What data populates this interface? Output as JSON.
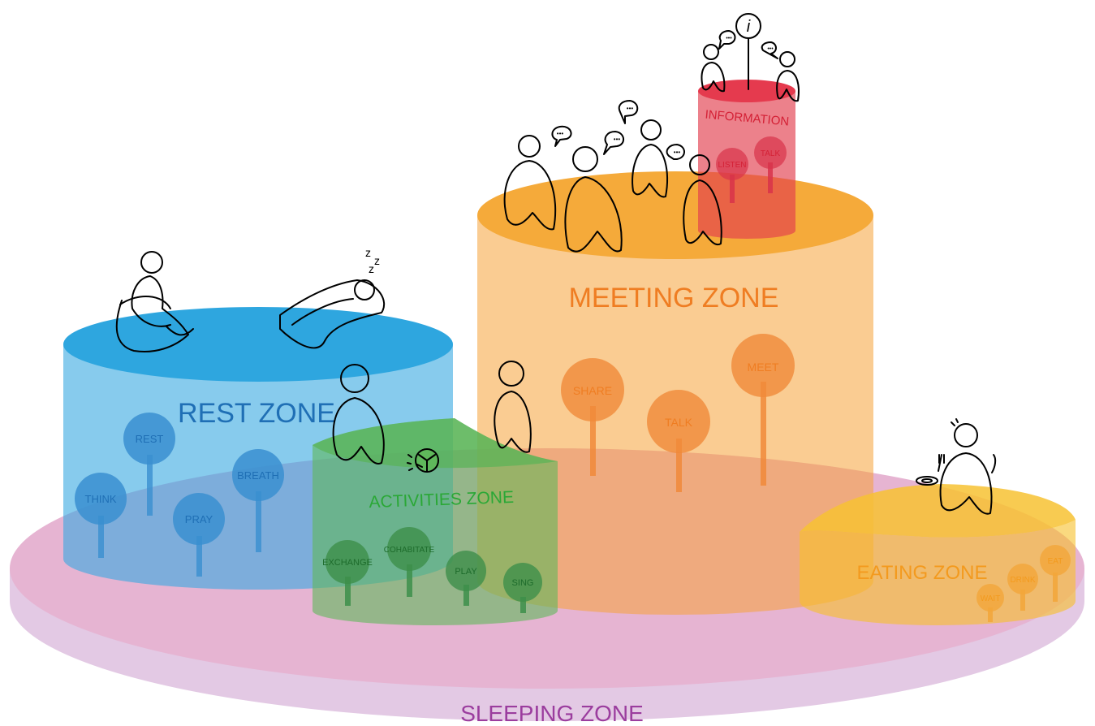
{
  "colors": {
    "sleeping": "#d8a0c4",
    "sleeping_text": "#9b3d9e",
    "rest": "#37a9e1",
    "rest_text": "#1f6fb5",
    "activities": "#5fb85a",
    "activities_text": "#2aa836",
    "meeting": "#f6a339",
    "meeting_text": "#ef7d22",
    "information": "#e23d4d",
    "information_text": "#d42136",
    "eating": "#f6c02a",
    "eating_text": "#f39a1e",
    "figure_stroke": "#000000"
  },
  "zones": {
    "sleeping": {
      "label": "SLEEPING ZONE"
    },
    "rest": {
      "label": "REST ZONE",
      "pins": [
        "REST",
        "THINK",
        "PRAY",
        "BREATH"
      ]
    },
    "activities": {
      "label": "ACTIVITIES ZONE",
      "pins": [
        "EXCHANGE",
        "COHABITATE",
        "PLAY",
        "SING"
      ]
    },
    "meeting": {
      "label": "MEETING ZONE",
      "pins": [
        "SHARE",
        "TALK",
        "MEET"
      ]
    },
    "information": {
      "label": "INFORMATION",
      "pins": [
        "LISTEN",
        "TALK"
      ]
    },
    "eating": {
      "label": "EATING ZONE",
      "pins": [
        "WAIT",
        "DRINK",
        "EAT"
      ]
    }
  },
  "info_sign": {
    "glyph": "i"
  },
  "sleep_marks": [
    "z",
    "z",
    "z"
  ],
  "speech_bubble_glyph": "•••"
}
